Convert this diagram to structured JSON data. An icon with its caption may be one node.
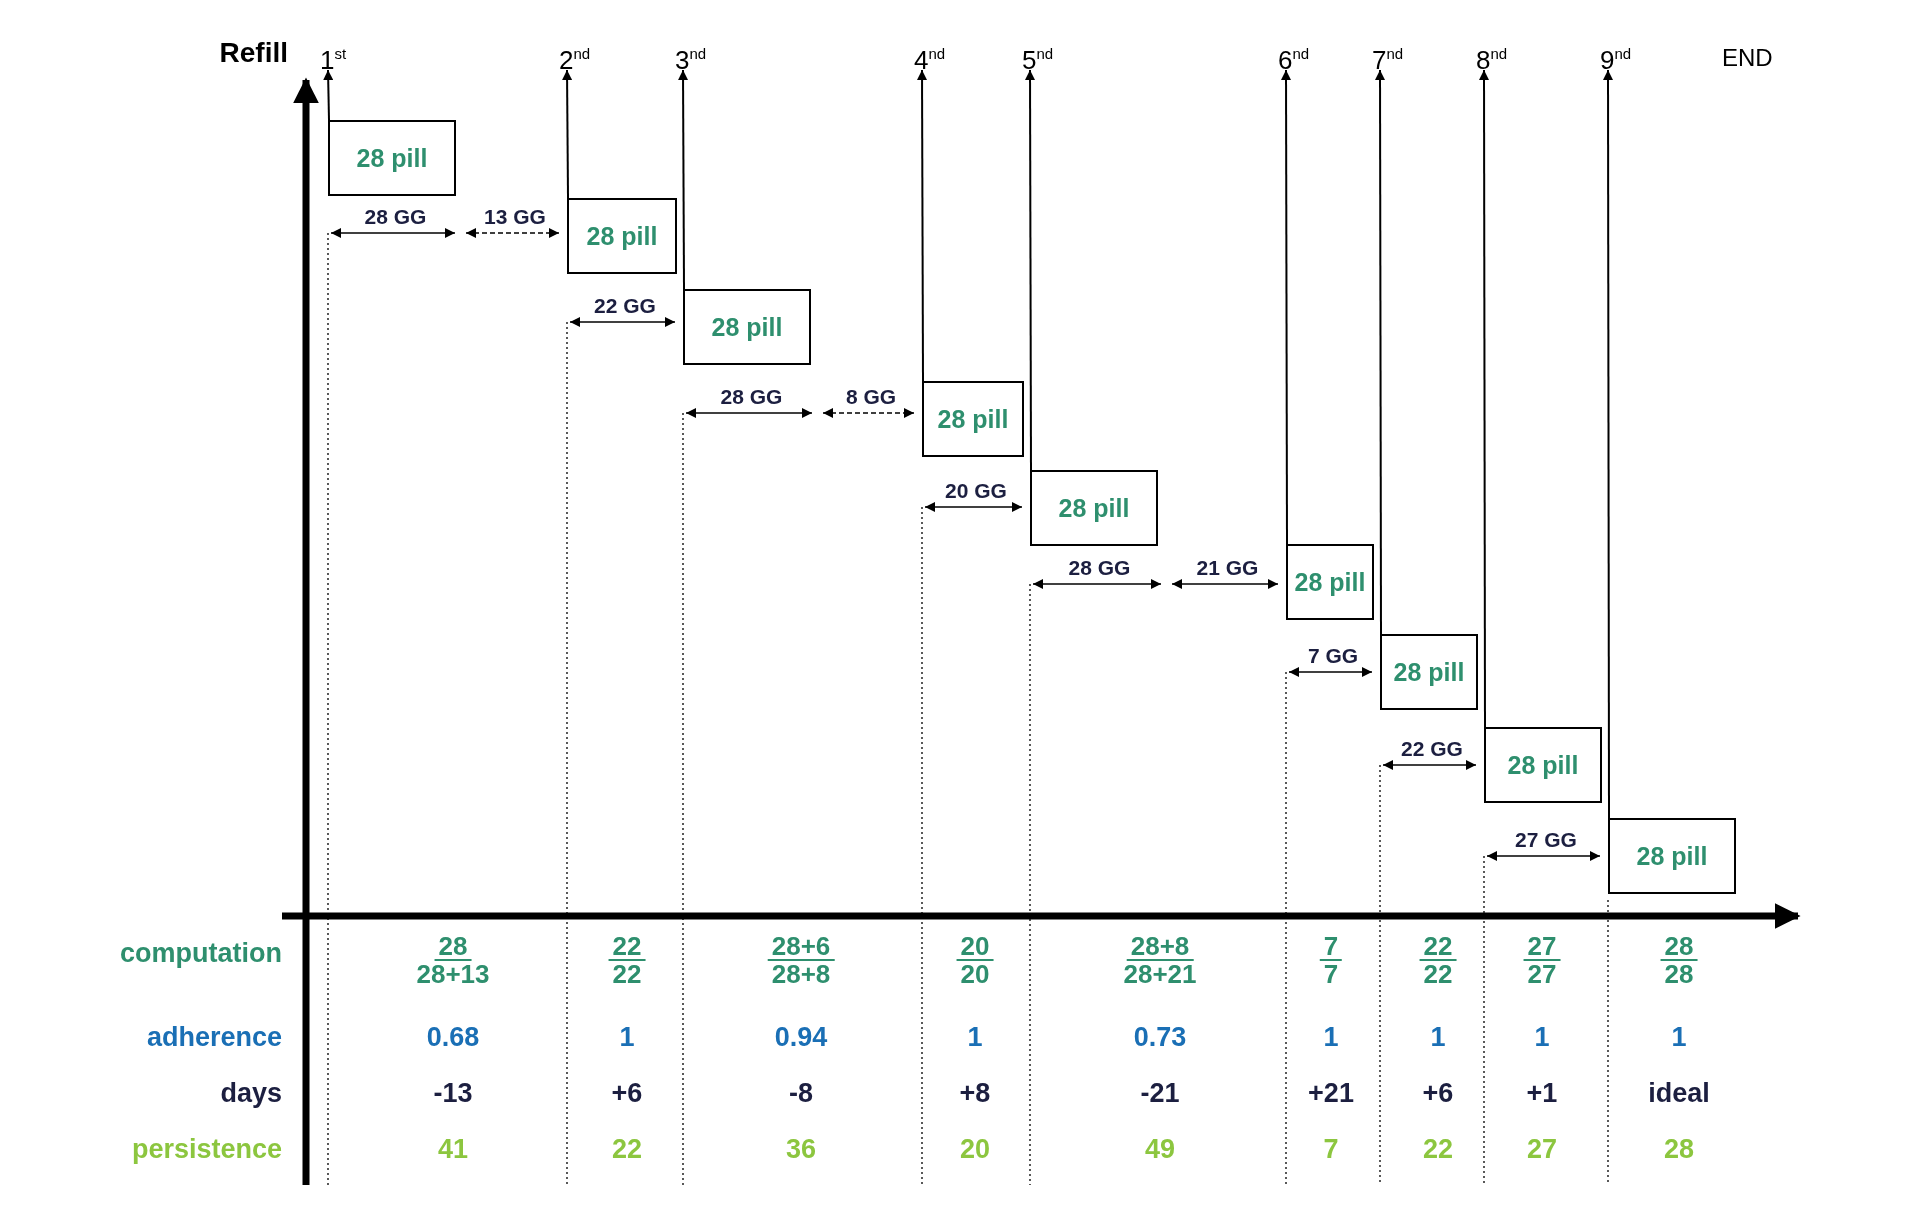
{
  "diagram": {
    "nodes": [
      {
        "text": [
          "1$^{st}$"
        ]
      },
      {
        "text": [
          "2$^{nd}$"
        ]
      },
      {
        "text": [
          "3$^{nd}$"
        ]
      },
      {
        "text": [
          "4$^{nd}$"
        ]
      },
      {
        "text": [
          "5$^{nd}$"
        ]
      },
      {
        "text": [
          "6$^{nd}$"
        ]
      },
      {
        "text": [
          "7$^{nd}$"
        ]
      },
      {
        "text": [
          "8$^{nd}$"
        ]
      },
      {
        "text": [
          "9$^{nd}$"
        ]
      },
      {
        "text": [
          "28 pill"
        ]
      },
      {
        "text": [
          "28 pill"
        ]
      },
      {
        "text": [
          "28 pill"
        ]
      },
      {
        "text": [
          "28 pill"
        ]
      },
      {
        "text": [
          "28 pill"
        ]
      },
      {
        "text": [
          "28 pill"
        ]
      },
      {
        "text": [
          "28 pill"
        ]
      },
      {
        "text": [
          "28 pill"
        ]
      },
      {
        "text": [
          "28 pill"
        ]
      }
    ],
    "edges": [
      {
        "from": 9,
        "to": 0,
        "arrow": "to"
      },
      {
        "from": 10,
        "to": 1,
        "arrow": "to"
      },
      {
        "from": 11,
        "to": 2,
        "arrow": "to"
      },
      {
        "from": 12,
        "to": 3,
        "arrow": "to"
      },
      {
        "from": 13,
        "to": 4,
        "arrow": "to"
      },
      {
        "from": 14,
        "to": 5,
        "arrow": "to"
      },
      {
        "from": 15,
        "to": 6,
        "arrow": "to"
      },
      {
        "from": 16,
        "to": 7,
        "arrow": "to"
      },
      {
        "from": 17,
        "to": 8,
        "arrow": "to"
      }
    ],
    "labels": [
      "Refill",
      "END",
      "28 GG",
      "13 GG",
      "22 GG",
      "28 GG",
      "8 GG",
      "20 GG",
      "28 GG",
      "21 GG",
      "7 GG",
      "22 GG",
      "27 GG",
      "computation",
      "28",
      "28+13",
      "22",
      "22",
      "28+6",
      "28+8",
      "20",
      "20",
      "28+8",
      "28+21",
      "7",
      "7",
      "22",
      "22",
      "27",
      "27",
      "28",
      "28",
      "adherence",
      "0.68",
      "1",
      "0.94",
      "1",
      "0.73",
      "1",
      "1",
      "1",
      "1",
      "days",
      "-13",
      "+6",
      "-8",
      "+8",
      "-21",
      "+21",
      "+6",
      "+1",
      "ideal",
      "persistence",
      "41",
      "22",
      "36",
      "20",
      "49",
      "7",
      "22",
      "27",
      "28"
    ]
  }
}
